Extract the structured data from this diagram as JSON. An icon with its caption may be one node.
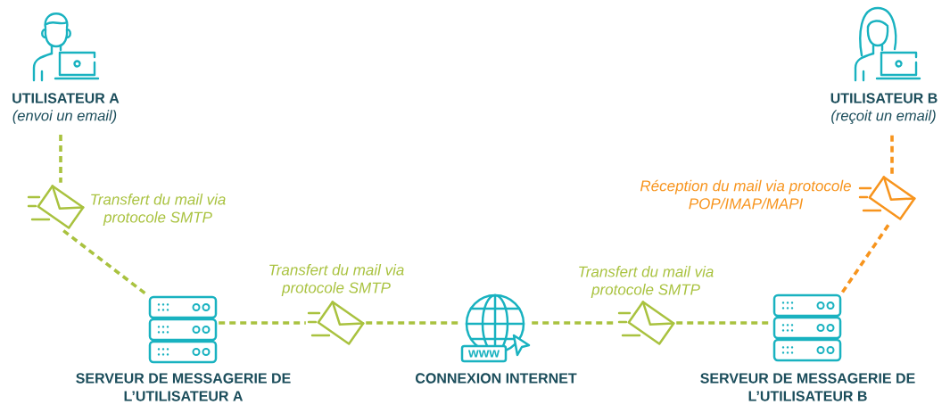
{
  "diagram": {
    "nodes": [
      {
        "text": [
          "UTILISATEUR A",
          "(envoi un email)"
        ]
      },
      {
        "text": [
          "UTILISATEUR B",
          "(reçoit un email)"
        ]
      },
      {
        "text": [],
        "shape": "picture",
        "beside": [
          "Transfert du mail via protocole SMTP"
        ]
      },
      {
        "text": [],
        "shape": "picture",
        "beside": [
          "Réception du mail via protocole POP/IMAP/MAPI"
        ]
      },
      {
        "text": [
          "SERVEUR DE MESSAGERIE DE L’UTILISATEUR A"
        ]
      },
      {
        "text": [],
        "shape": "picture",
        "beside": [
          "Transfert du mail via protocole SMTP"
        ]
      },
      {
        "text": [
          "CONNEXION INTERNET"
        ]
      },
      {
        "text": [],
        "shape": "picture",
        "beside": [
          "Transfert du mail via protocole SMTP"
        ]
      },
      {
        "text": [
          "SERVEUR DE MESSAGERIE DE L’UTILISATEUR B"
        ]
      }
    ],
    "edges": [
      {
        "from": 0,
        "to": 2,
        "arrow": "none",
        "style": "dashed"
      },
      {
        "from": 2,
        "to": 4,
        "arrow": "none",
        "style": "dashed"
      },
      {
        "from": 4,
        "to": 5,
        "arrow": "none",
        "style": "dashed"
      },
      {
        "from": 5,
        "to": 6,
        "arrow": "none",
        "style": "dashed"
      },
      {
        "from": 6,
        "to": 7,
        "arrow": "none",
        "style": "dashed"
      },
      {
        "from": 7,
        "to": 8,
        "arrow": "none",
        "style": "dashed"
      },
      {
        "from": 8,
        "to": 3,
        "arrow": "none",
        "style": "dashed",
        "color": "#f7941d"
      },
      {
        "from": 3,
        "to": 1,
        "arrow": "none",
        "style": "dashed",
        "color": "#f7941d"
      }
    ],
    "labels": [
      "www"
    ]
  }
}
